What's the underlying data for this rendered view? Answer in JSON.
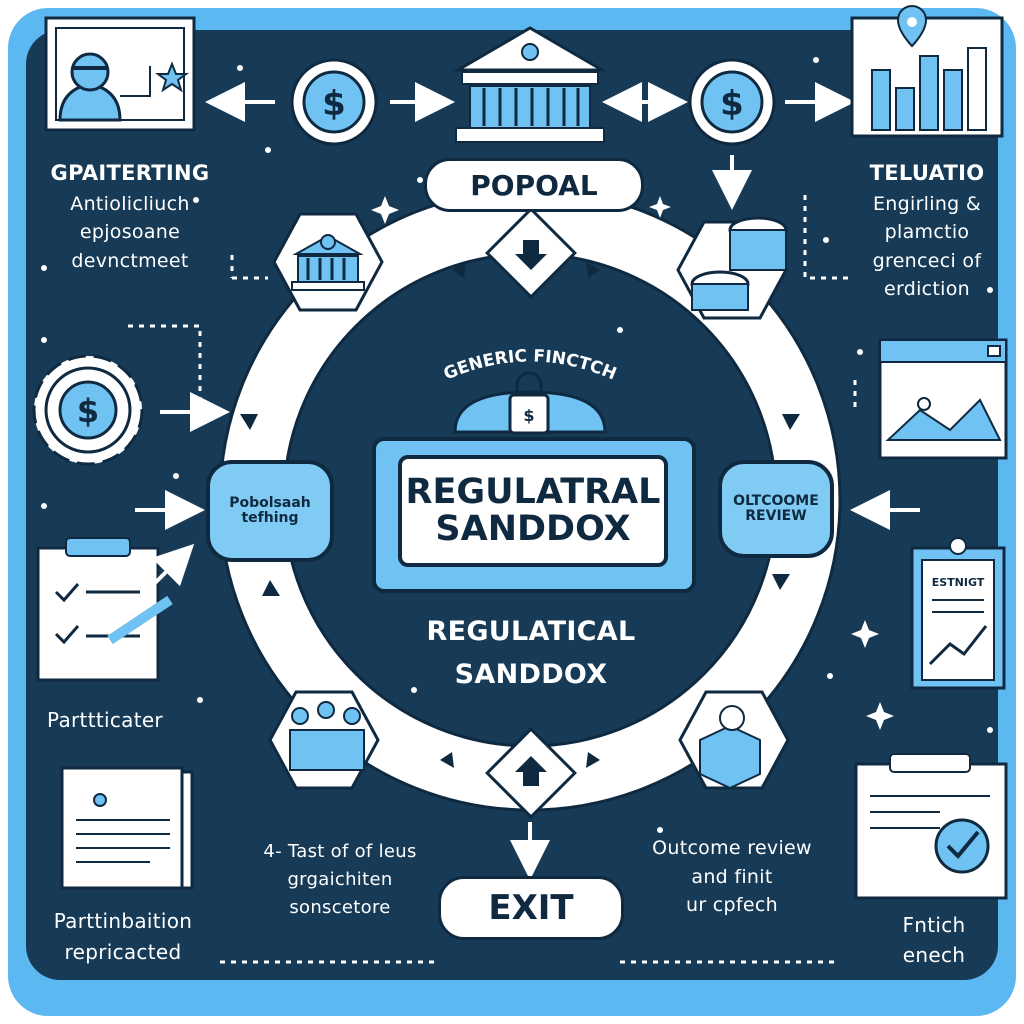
{
  "center": {
    "arc_label": "GENERIC FINCTCH",
    "box_line1": "REGULATRAL",
    "box_line2": "SANDDOX",
    "sub_line1": "REGULATICAL",
    "sub_line2": "SANDDOX"
  },
  "top_pill": "POPOAL",
  "exit_pill": "EXIT",
  "left_node": [
    "Pobolsaah",
    "tefhing"
  ],
  "right_node": [
    "OLTCOOME",
    "REVIEW"
  ],
  "top_left": [
    "GPAITERTING",
    "Antiolicliuch",
    "epjosoane",
    "devnctmeet"
  ],
  "top_right": [
    "TELUATIO",
    "Engirling &",
    "plamctio",
    "grenceci of",
    "erdiction"
  ],
  "left_mid": "Parttticater",
  "bottom_left": [
    "Parttinbaition",
    "repricacted"
  ],
  "bottom_center_left": [
    "4- Tast of of leus",
    "grgaichiten",
    "sonscetore"
  ],
  "bottom_center_right": [
    "Outcome review",
    "and finit",
    "ur cpfech"
  ],
  "bottom_right": [
    "Fntich",
    "enech"
  ],
  "clipboard_label": "ESTNIGT",
  "colors": {
    "navy": "#173a56",
    "light_blue": "#5cb8f0",
    "accent": "#7fcbf4",
    "white": "#ffffff"
  }
}
